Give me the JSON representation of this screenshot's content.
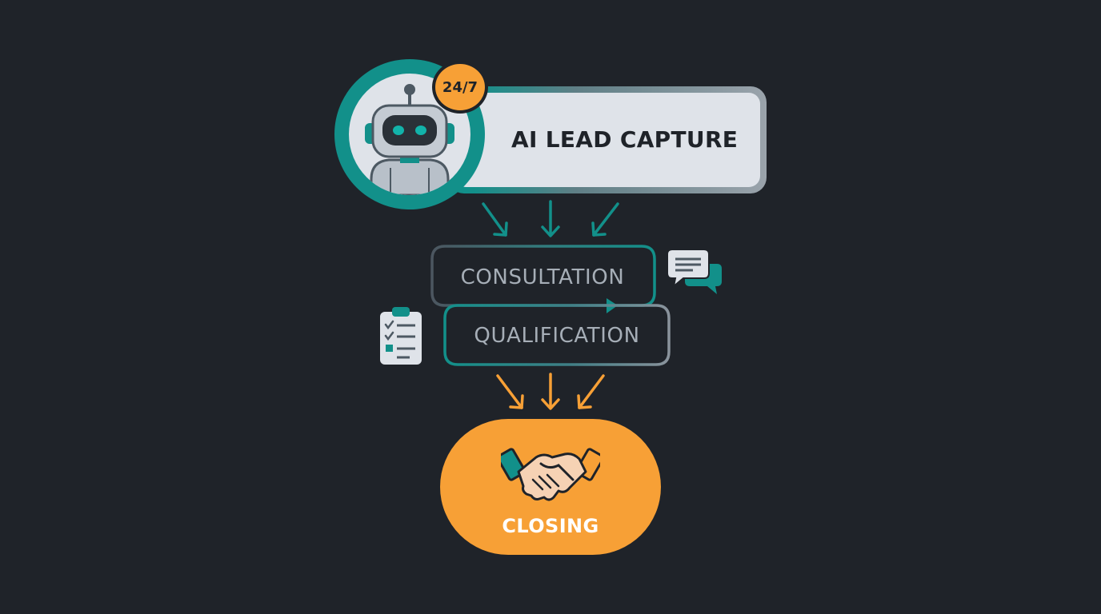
{
  "capture": {
    "badge": "24/7",
    "title": "AI LEAD CAPTURE"
  },
  "stages": {
    "consultation": "CONSULTATION",
    "qualification": "QUALIFICATION"
  },
  "closing": {
    "label": "CLOSING"
  },
  "icons": {
    "robot": "robot-icon",
    "chat": "chat-bubbles-icon",
    "checklist": "clipboard-checklist-icon",
    "handshake": "handshake-icon"
  },
  "colors": {
    "background": "#1f2329",
    "teal": "#12908a",
    "orange": "#f7a036",
    "light_panel": "#dfe3e9",
    "muted_text": "#a6aeb7"
  }
}
